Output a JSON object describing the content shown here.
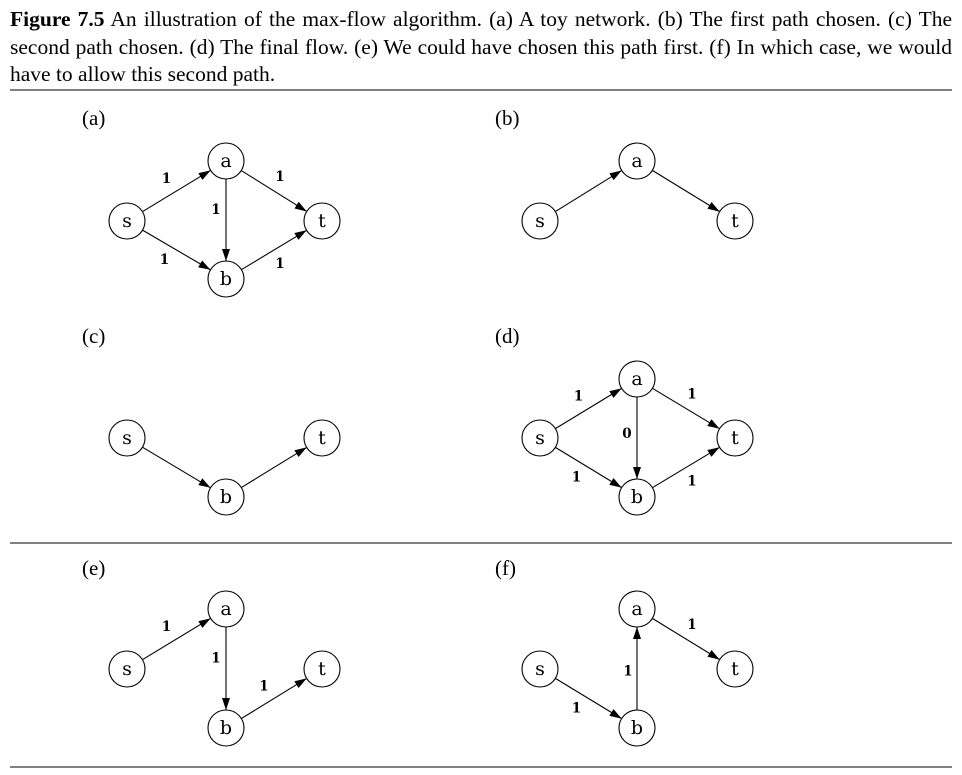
{
  "caption": {
    "label": "Figure 7.5",
    "text": "An illustration of the max-flow algorithm. (a) A toy network. (b) The first path chosen. (c) The second path chosen. (d) The final flow. (e) We could have chosen this path first. (f) In which case, we would have to allow this second path."
  },
  "panels": [
    {
      "id": "a",
      "label": "(a)",
      "nodes": [
        "s",
        "a",
        "b",
        "t"
      ],
      "edges": [
        {
          "from": "s",
          "to": "a",
          "label": "1"
        },
        {
          "from": "s",
          "to": "b",
          "label": "1"
        },
        {
          "from": "a",
          "to": "b",
          "label": "1"
        },
        {
          "from": "a",
          "to": "t",
          "label": "1"
        },
        {
          "from": "b",
          "to": "t",
          "label": "1"
        }
      ]
    },
    {
      "id": "b",
      "label": "(b)",
      "nodes": [
        "s",
        "a",
        "t"
      ],
      "edges": [
        {
          "from": "s",
          "to": "a",
          "label": ""
        },
        {
          "from": "a",
          "to": "t",
          "label": ""
        }
      ]
    },
    {
      "id": "c",
      "label": "(c)",
      "nodes": [
        "s",
        "b",
        "t"
      ],
      "edges": [
        {
          "from": "s",
          "to": "b",
          "label": ""
        },
        {
          "from": "b",
          "to": "t",
          "label": ""
        }
      ]
    },
    {
      "id": "d",
      "label": "(d)",
      "nodes": [
        "s",
        "a",
        "b",
        "t"
      ],
      "edges": [
        {
          "from": "s",
          "to": "a",
          "label": "1"
        },
        {
          "from": "s",
          "to": "b",
          "label": "1"
        },
        {
          "from": "a",
          "to": "b",
          "label": "0"
        },
        {
          "from": "a",
          "to": "t",
          "label": "1"
        },
        {
          "from": "b",
          "to": "t",
          "label": "1"
        }
      ]
    },
    {
      "id": "e",
      "label": "(e)",
      "nodes": [
        "s",
        "a",
        "b",
        "t"
      ],
      "edges": [
        {
          "from": "s",
          "to": "a",
          "label": "1"
        },
        {
          "from": "a",
          "to": "b",
          "label": "1"
        },
        {
          "from": "b",
          "to": "t",
          "label": "1"
        }
      ]
    },
    {
      "id": "f",
      "label": "(f)",
      "nodes": [
        "s",
        "a",
        "b",
        "t"
      ],
      "edges": [
        {
          "from": "s",
          "to": "b",
          "label": "1"
        },
        {
          "from": "b",
          "to": "a",
          "label": "1"
        },
        {
          "from": "a",
          "to": "t",
          "label": "1"
        }
      ]
    }
  ]
}
